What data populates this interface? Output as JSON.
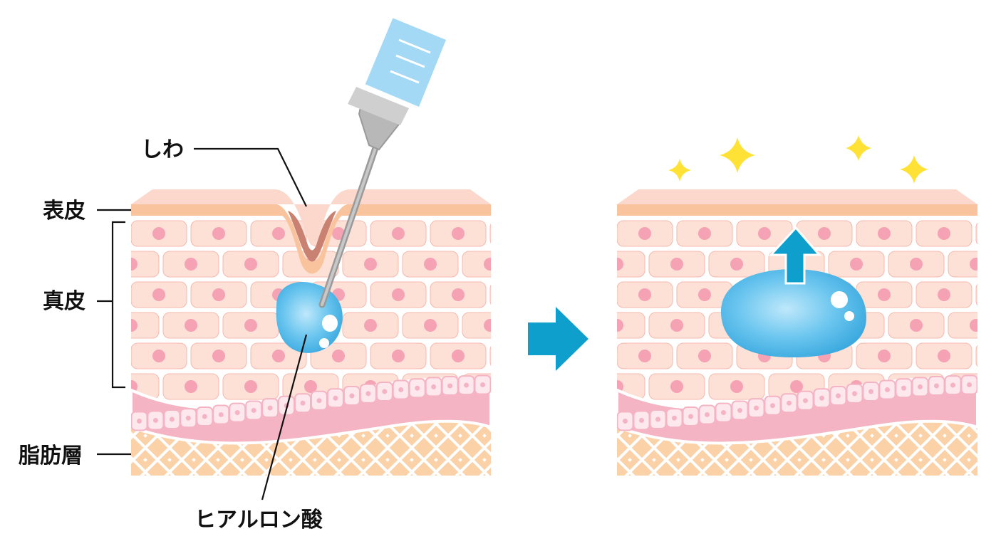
{
  "labels": {
    "wrinkle": "しわ",
    "epidermis": "表皮",
    "dermis": "真皮",
    "fat_layer": "脂肪層",
    "hyaluronic_acid": "ヒアルロン酸"
  },
  "panels": [
    {
      "id": "before",
      "state": "wrinkle with hyaluronic acid injection"
    },
    {
      "id": "after",
      "state": "smooth skin, filler pushes surface up"
    }
  ],
  "colors": {
    "epidermis_top": "#fbd8cb",
    "epidermis_band": "#f9c49d",
    "dermis_cell": "#fde0d6",
    "dermis_nucleus": "#f5a2b5",
    "dermis_line": "#f6b8ad",
    "fat_cells_band": "#f5b4c4",
    "fat_tissue": "#fbd1a8",
    "fat_mesh": "#ffffff",
    "hyaluronic": "#4bb5e8",
    "arrow": "#0f9fcc",
    "sparkle": "#ffe235",
    "syringe_body": "#a4d9f6",
    "syringe_metal": "#b8b8b8",
    "leader_line": "#111111"
  }
}
